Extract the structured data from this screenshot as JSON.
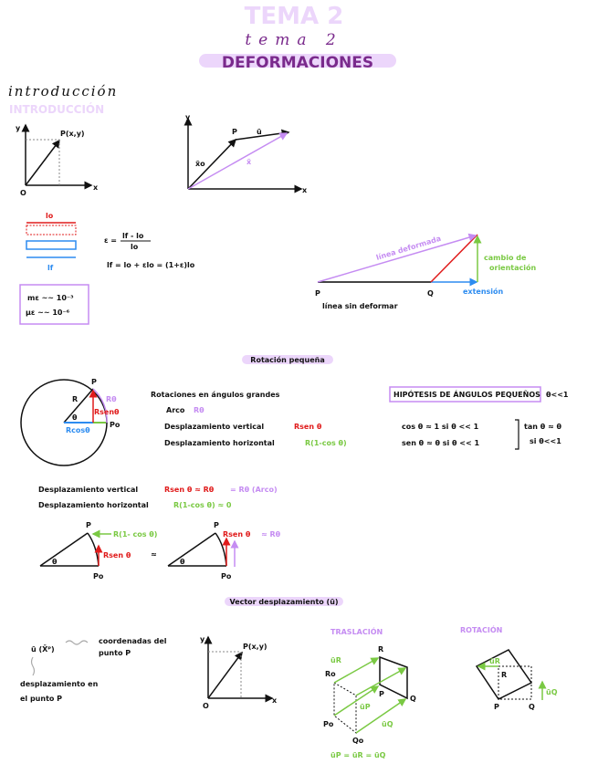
{
  "colors": {
    "title": "#7a2a8c",
    "highlight": "#ecd6fb",
    "violet": "#c58cf2",
    "red": "#e01b1b",
    "blue": "#2d8cf0",
    "green": "#7ac943"
  },
  "header": {
    "tema": "tema 2",
    "tema_bg": "TEMA 2",
    "title": "DEFORMACIONES"
  },
  "intro": {
    "heading": "introducción",
    "heading_bg": "INTRODUCCIÓN",
    "graph1": {
      "y": "y",
      "x": "x",
      "o": "O",
      "p": "P(x,y)"
    },
    "graph2": {
      "y": "y",
      "x": "x",
      "p": "P",
      "u": "ū",
      "x0": "x̄o",
      "xv": "x̄"
    },
    "bars": {
      "lo": "lo",
      "lf": "lf"
    },
    "formula1_lhs": "ε =",
    "formula1_num": "lf - lo",
    "formula1_den": "lo",
    "formula2": "lf = lo + εlo = (1+ε)lo",
    "units": [
      "mε ~~ 10⁻³",
      "με ~~ 10⁻⁶"
    ],
    "triangle": {
      "p": "P",
      "q": "Q",
      "deformed": "línea deformada",
      "undeformed": "línea sin deformar",
      "extension": "extensión",
      "orientation": [
        "cambio de",
        "orientación"
      ]
    }
  },
  "rotation": {
    "heading": "Rotación pequeña",
    "circle": {
      "p": "P",
      "p0": "Po",
      "r": "R",
      "theta": "θ",
      "rtheta": "Rθ",
      "rsen": "Rsenθ",
      "rcos": "Rcosθ"
    },
    "large": {
      "title": "Rotaciones en ángulos grandes",
      "arc_label": "Arco",
      "arc_val": "Rθ",
      "vert_label": "Desplazamiento vertical",
      "vert_val": "Rsen θ",
      "horiz_label": "Desplazamiento horizontal",
      "horiz_val": "R(1-cos θ)"
    },
    "hypothesis": {
      "title": "HIPÓTESIS DE ÁNGULOS PEQUEÑOS",
      "cond": "θ<<1",
      "cos": "cos θ ≈ 1  si  θ << 1",
      "sen": "sen θ ≈ θ  si  θ << 1",
      "tan": "tan θ ≈ θ",
      "tan_cond": "si θ<<1"
    },
    "small": {
      "vert_label": "Desplazamiento vertical",
      "vert_val": "Rsen θ ≈ Rθ",
      "vert_eq": "= Rθ (Arco)",
      "horiz_label": "Desplazamiento horizontal",
      "horiz_val": "R(1-cos θ) ≈ 0"
    },
    "tri1": {
      "p": "P",
      "p0": "Po",
      "theta": "θ",
      "horiz": "R(1- cos θ)",
      "vert": "Rsen θ"
    },
    "approx": "≈",
    "tri2": {
      "p": "P",
      "p0": "Po",
      "theta": "θ",
      "vert": "Rsen θ",
      "approx": "≈ Rθ"
    }
  },
  "vector": {
    "heading": "Vector desplazamiento (ū)",
    "notation": "ū (X̄ᴾ)",
    "coords": [
      "coordenadas del",
      "punto P"
    ],
    "disp": [
      "desplazamiento en",
      "el punto P"
    ],
    "graph": {
      "y": "y",
      "x": "x",
      "o": "O",
      "p": "P(x,y)"
    },
    "translation": {
      "title": "TRASLACIÓN",
      "r": "R",
      "ro": "Ro",
      "p": "P",
      "po": "Po",
      "q": "Q",
      "qo": "Qo",
      "ur": "ūR",
      "up": "ūP",
      "uq": "ūQ",
      "eq": "ūP = ūR = ūQ"
    },
    "rotation": {
      "title": "ROTACIÓN",
      "r": "R",
      "p": "P",
      "q": "Q",
      "ur": "ūR",
      "uq": "ūQ"
    }
  }
}
